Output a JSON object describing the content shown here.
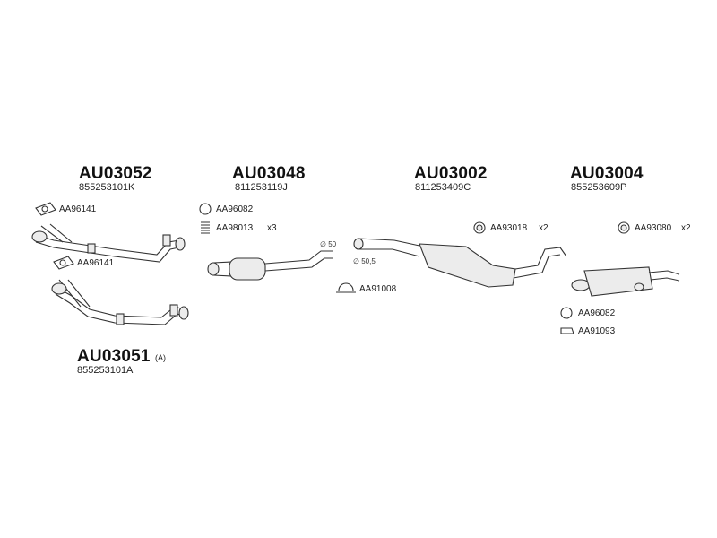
{
  "groups": [
    {
      "code": "AU03052",
      "oem": "855253101K"
    },
    {
      "code": "AU03048",
      "oem": "811253119J"
    },
    {
      "code": "AU03002",
      "oem": "811253409C"
    },
    {
      "code": "AU03004",
      "oem": "855253609P"
    },
    {
      "code": "AU03051",
      "oem": "855253101A",
      "note": "(A)"
    }
  ],
  "parts": {
    "gasket_top": "AA96141",
    "gasket_bottom": "AA96141",
    "ring_center": "AA96082",
    "spring_center": "AA98013",
    "spring_center_qty": "x3",
    "clamp_mid": "AA91008",
    "hanger_mid": "AA93018",
    "hanger_mid_qty": "x2",
    "hanger_right": "AA93080",
    "hanger_right_qty": "x2",
    "ring_right": "AA96082",
    "clamp_right": "AA91093"
  },
  "dimensions": {
    "d50": "∅ 50",
    "d50_5": "∅ 50,5"
  }
}
